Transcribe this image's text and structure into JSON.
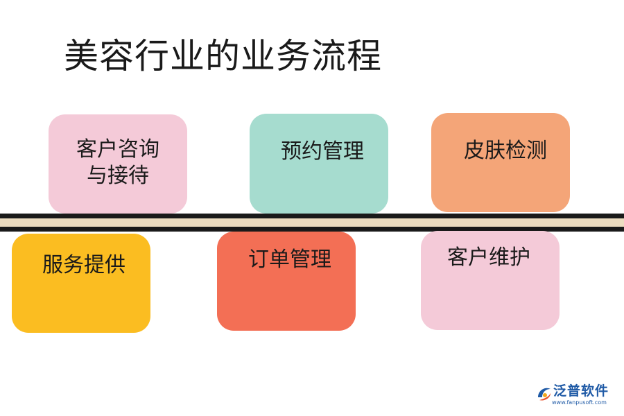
{
  "title": "美容行业的业务流程",
  "colors": {
    "pink": "#f4cad8",
    "teal": "#a6dccf",
    "peach": "#f4a578",
    "yellow": "#fbbd21",
    "coral": "#f36f55",
    "line_dark": "#1a1a1a",
    "line_fill": "#ecdcc0"
  },
  "steps": [
    {
      "lines": [
        "客户咨询",
        "与接待"
      ],
      "color": "#f4cad8"
    },
    {
      "lines": [
        "预约管理"
      ],
      "color": "#a6dccf"
    },
    {
      "lines": [
        "皮肤检测"
      ],
      "color": "#f4a578"
    },
    {
      "lines": [
        "服务提供"
      ],
      "color": "#fbbd21"
    },
    {
      "lines": [
        "订单管理"
      ],
      "color": "#f36f55"
    },
    {
      "lines": [
        "客户维护"
      ],
      "color": "#f4cad8"
    }
  ],
  "logo": {
    "name": "泛普软件",
    "url": "www.fanpusoft.com",
    "icon": "fanpu-logo-icon",
    "color": "#1f5aa6"
  }
}
